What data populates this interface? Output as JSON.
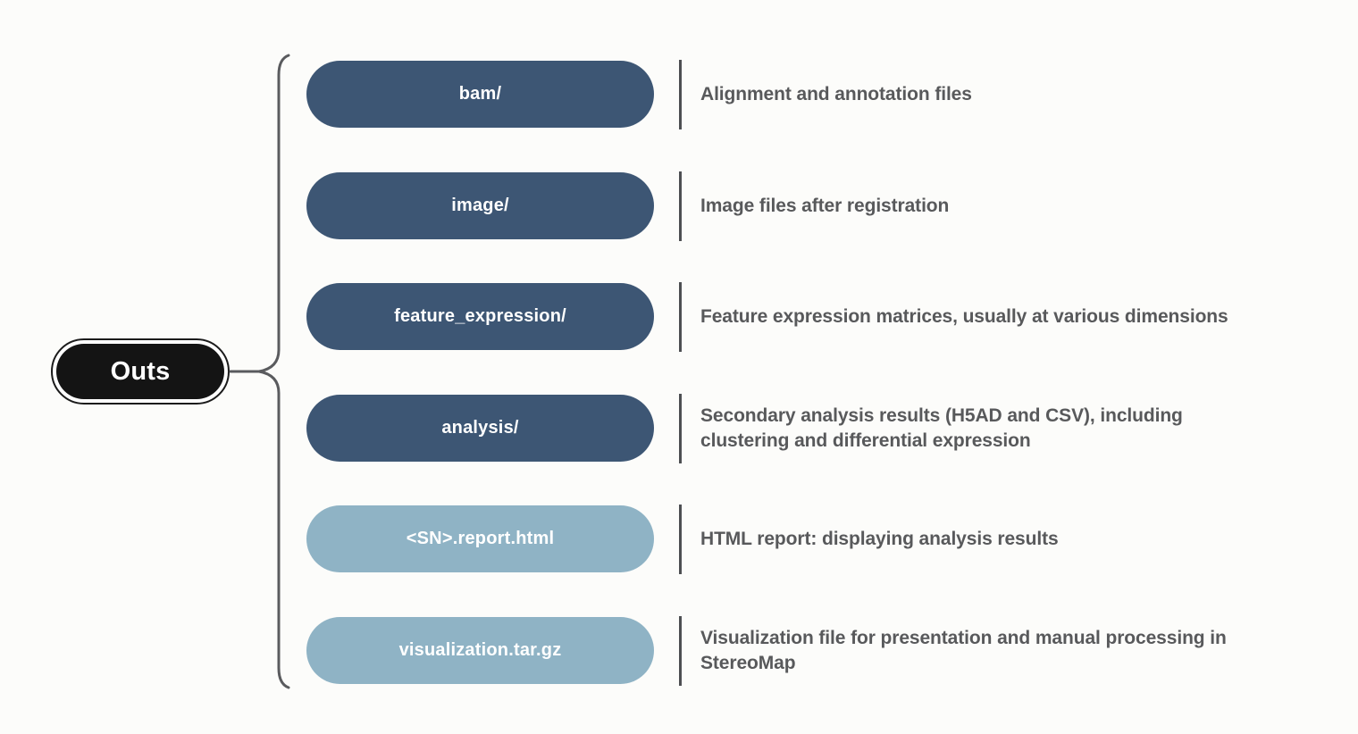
{
  "root_node": {
    "label": "Outs"
  },
  "colors": {
    "background": "#fcfcfa",
    "dark_pill": "#3d5674",
    "light_pill": "#8fb3c5",
    "pill_text": "#ffffff",
    "description_text": "#58595b",
    "separator": "#4d4f52",
    "brace": "#5a5b5e",
    "outs_fill": "#141414",
    "outs_text": "#ffffff"
  },
  "rows": [
    {
      "label": "bam/",
      "pill_color": "#3d5674",
      "description": "Alignment and annotation files"
    },
    {
      "label": "image/",
      "pill_color": "#3d5674",
      "description": "Image files after registration"
    },
    {
      "label": "feature_expression/",
      "pill_color": "#3d5674",
      "description": "Feature expression matrices, usually at various dimensions"
    },
    {
      "label": "analysis/",
      "pill_color": "#3d5674",
      "description": "Secondary analysis results (H5AD and CSV), including\nclustering and differential expression"
    },
    {
      "label": "<SN>.report.html",
      "pill_color": "#8fb3c5",
      "description": "HTML report: displaying analysis results"
    },
    {
      "label": "visualization.tar.gz",
      "pill_color": "#8fb3c5",
      "description": "Visualization file for presentation and manual processing in\nStereoMap"
    }
  ]
}
